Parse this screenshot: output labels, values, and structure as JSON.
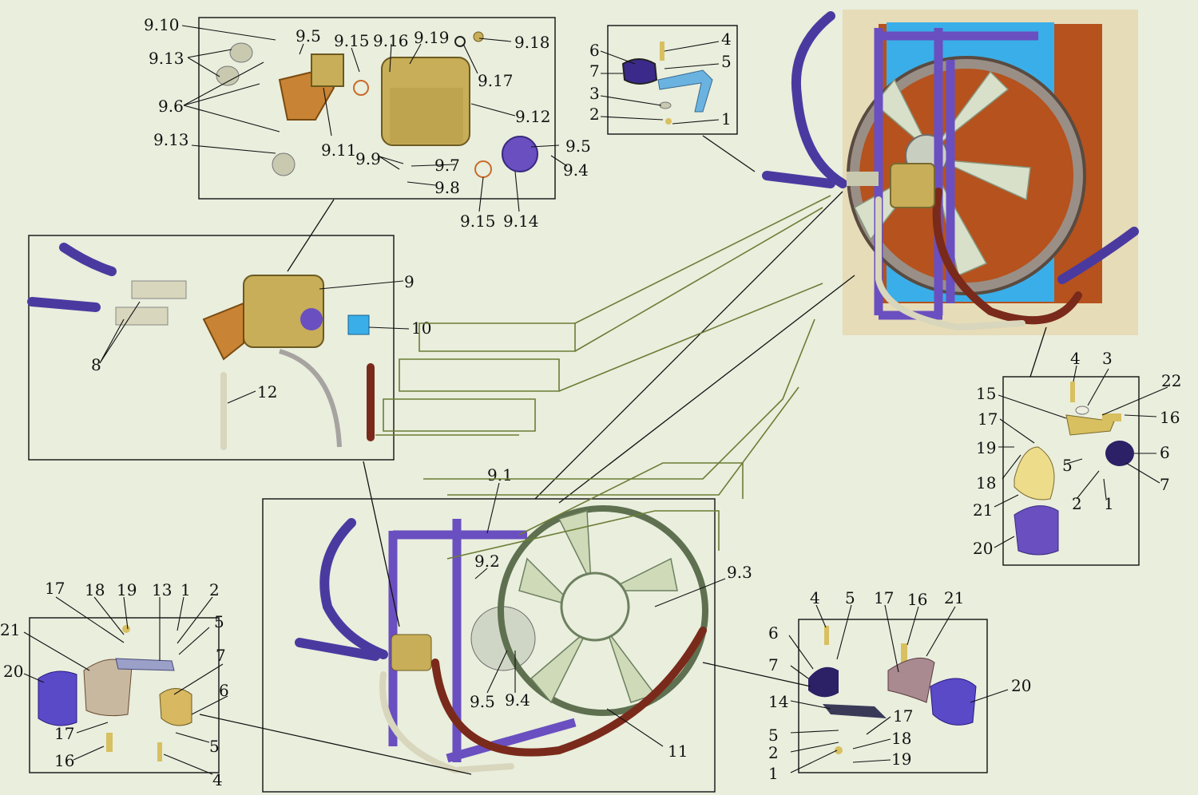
{
  "labels": {
    "pump_box": [
      "9.10",
      "9.5",
      "9.15",
      "9.16",
      "9.19",
      "9.18",
      "9.13",
      "9.17",
      "9.6",
      "9.12",
      "9.13",
      "9.11",
      "9.9",
      "9.7",
      "9.5",
      "9.4",
      "9.8",
      "9.15",
      "9.14"
    ],
    "clamp_top": [
      "6",
      "4",
      "7",
      "5",
      "3",
      "2",
      "1"
    ],
    "pump_assy": [
      "9",
      "8",
      "10",
      "12"
    ],
    "bracket_right": [
      "4",
      "3",
      "15",
      "22",
      "17",
      "16",
      "19",
      "5",
      "6",
      "18",
      "7",
      "2",
      "1",
      "21",
      "20"
    ],
    "frame_box": [
      "9.1",
      "9.2",
      "9.3",
      "9.5",
      "9.4",
      "11"
    ],
    "clamp_left": [
      "17",
      "18",
      "19",
      "13",
      "1",
      "2",
      "21",
      "5",
      "20",
      "7",
      "6",
      "17",
      "5",
      "16",
      "4"
    ],
    "clamp_bottom": [
      "4",
      "5",
      "17",
      "16",
      "21",
      "6",
      "7",
      "20",
      "14",
      "17",
      "5",
      "18",
      "2",
      "19",
      "1"
    ]
  },
  "colors": {
    "background": "#e9eedd",
    "frame": "#6a4fc0",
    "hose_blue": "#4a3aa0",
    "hose_red": "#7a2a1a",
    "fan_shroud": "#3aaee8",
    "radiator": "#b5521e",
    "pump_body": "#c8ae58",
    "trace_lines": "#6b7d35"
  }
}
